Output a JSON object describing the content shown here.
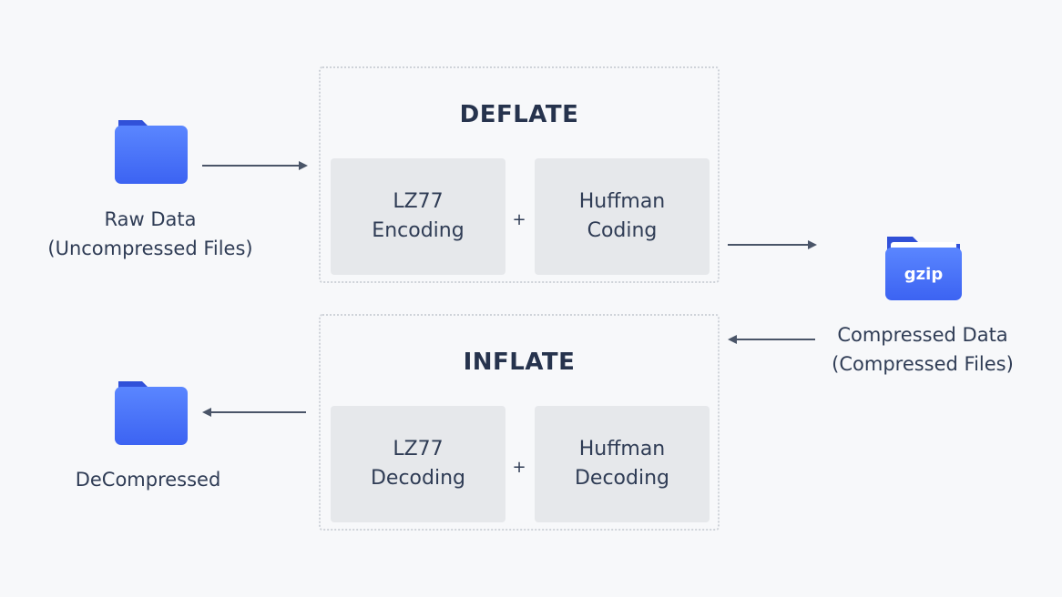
{
  "deflate": {
    "title": "DEFLATE",
    "step1_line1": "LZ77",
    "step1_line2": "Encoding",
    "plus": "+",
    "step2_line1": "Huffman",
    "step2_line2": "Coding"
  },
  "inflate": {
    "title": "INFLATE",
    "step1_line1": "LZ77",
    "step1_line2": "Decoding",
    "plus": "+",
    "step2_line1": "Huffman",
    "step2_line2": "Decoding"
  },
  "raw_data": {
    "line1": "Raw Data",
    "line2": "(Uncompressed Files)"
  },
  "compressed_data": {
    "line1": "Compressed Data",
    "line2": "(Compressed Files)",
    "badge": "gzip"
  },
  "decompressed": {
    "line1": "DeCompressed"
  },
  "colors": {
    "folder_top": "#3f68f0",
    "folder_bottom": "#4c78ff",
    "arrow": "#4a5568",
    "box_fill": "#e6e8eb",
    "border_dotted": "#cfd3d9",
    "text": "#2f3c55"
  },
  "icons": {
    "raw": "folder-icon",
    "compressed": "gzip-folder-icon",
    "decompressed": "folder-icon"
  }
}
